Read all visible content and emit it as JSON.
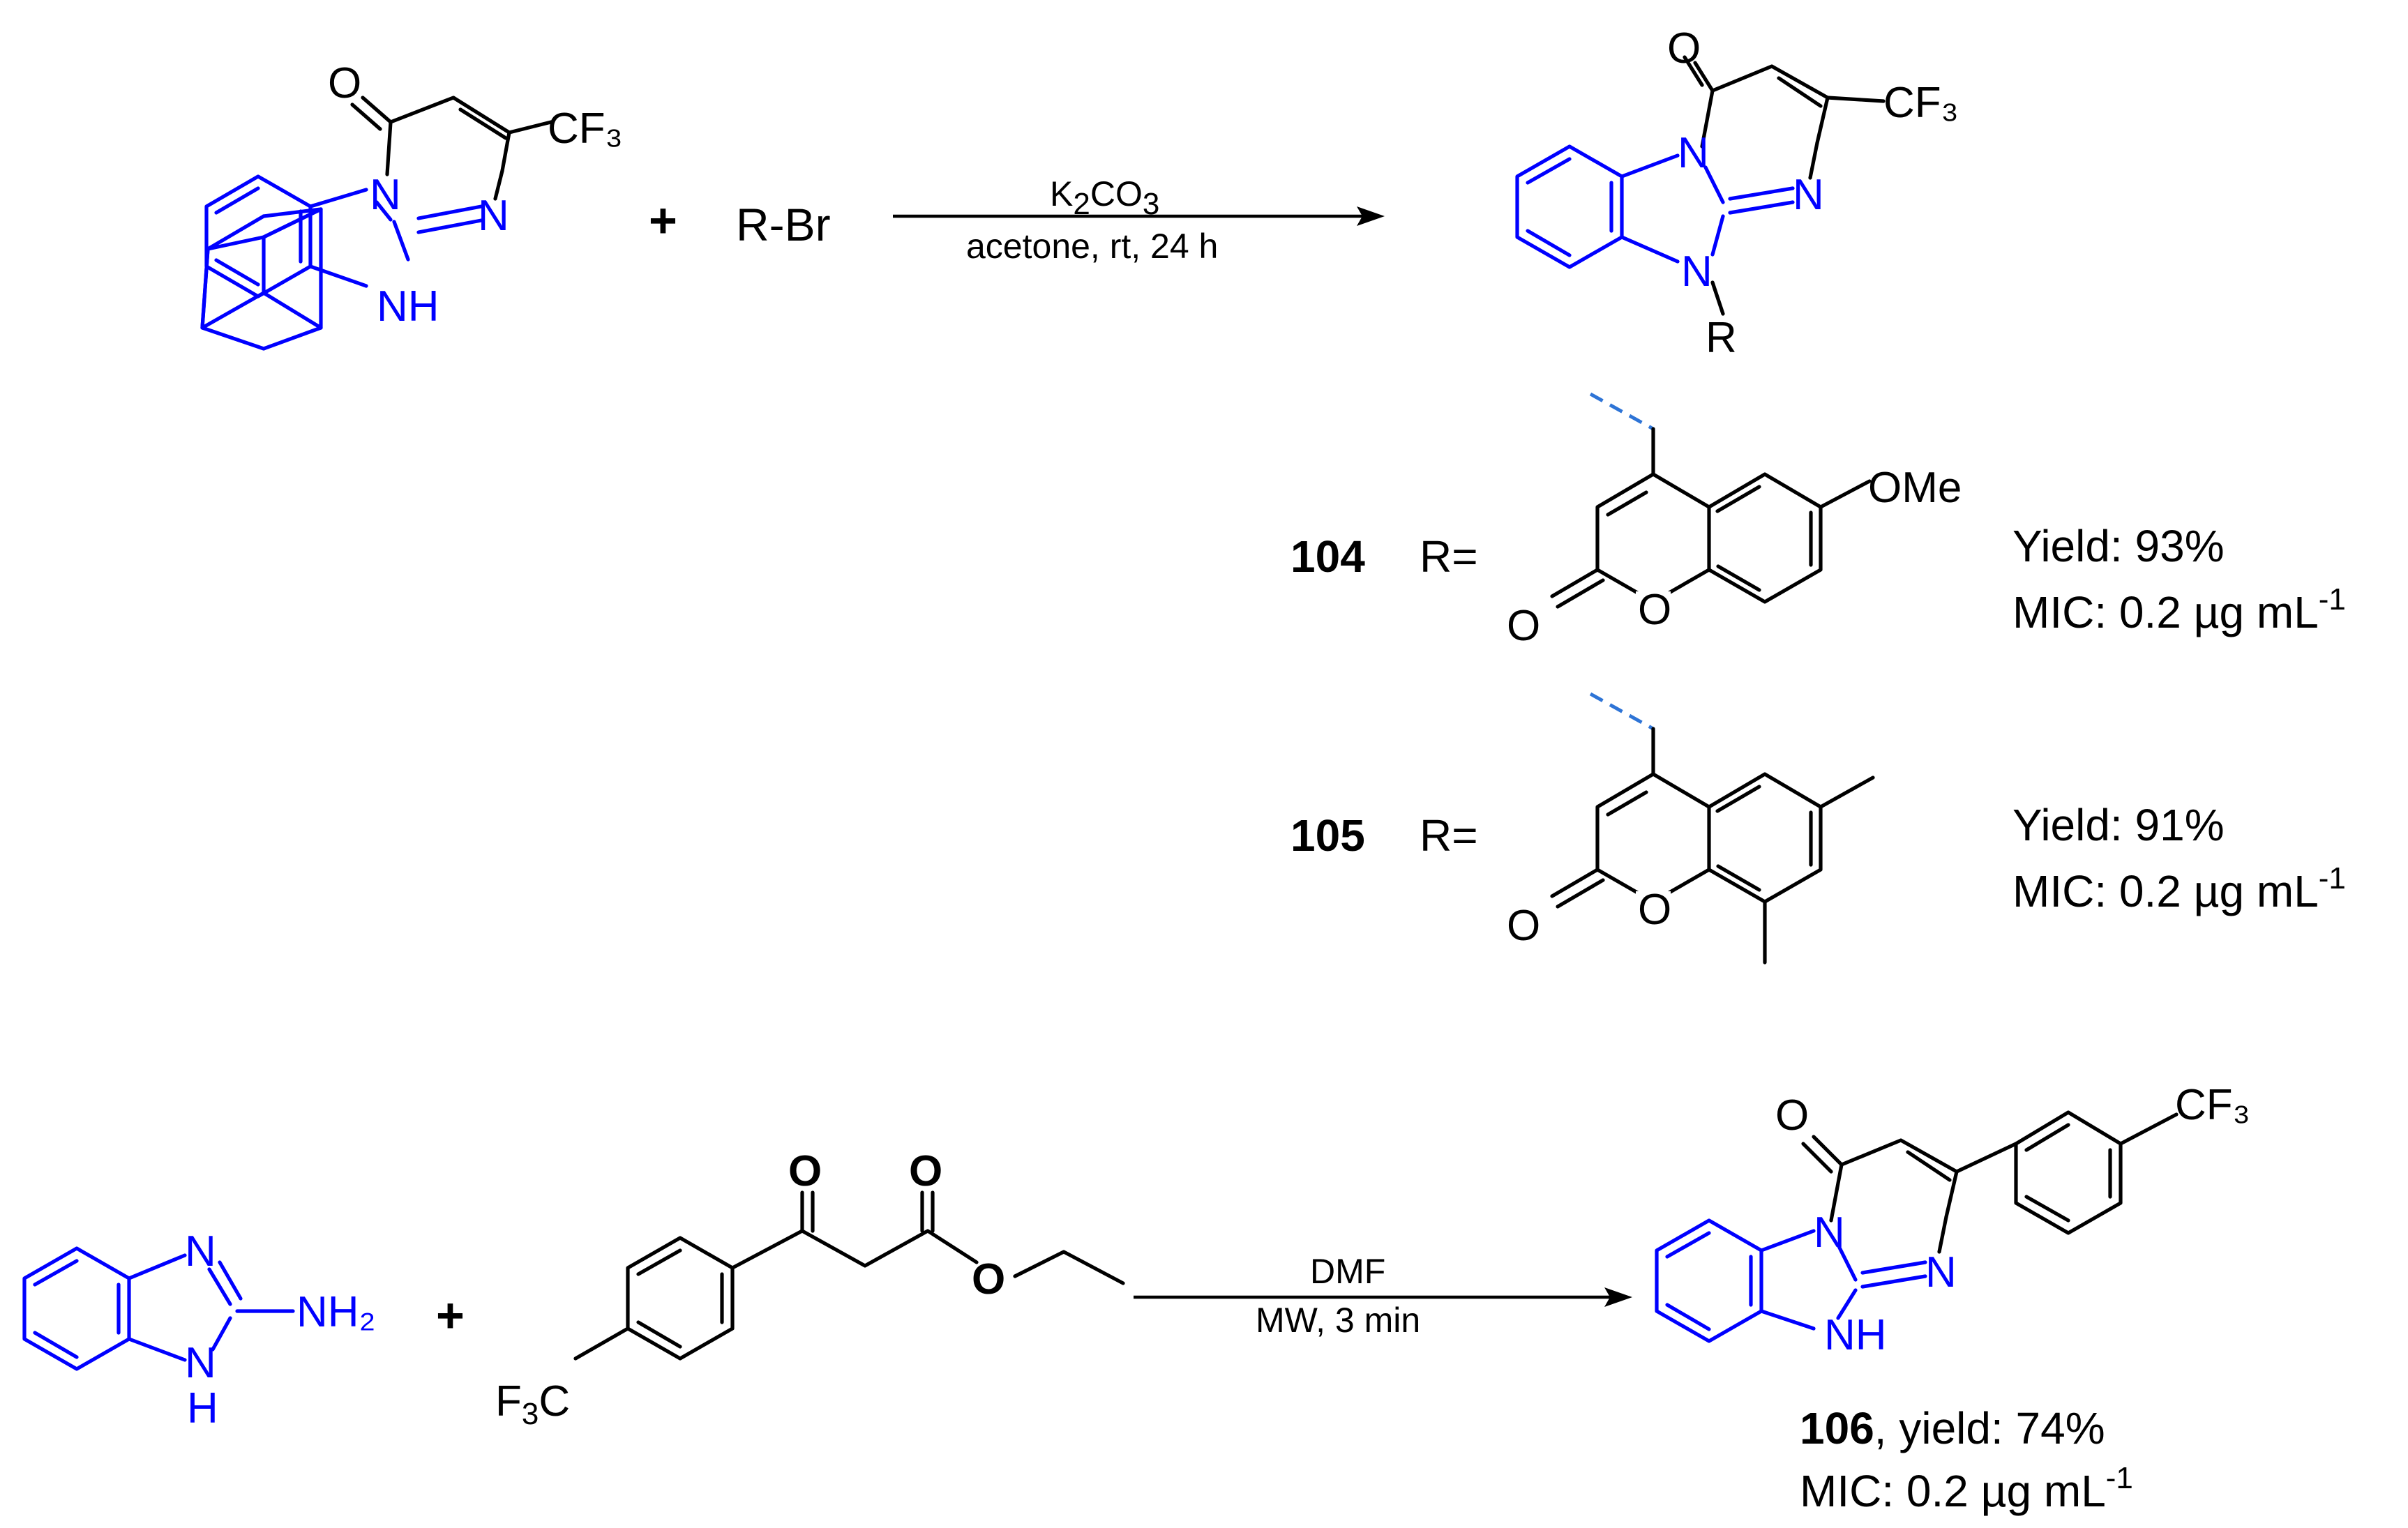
{
  "reaction1": {
    "reagent": "R-Br",
    "plus": "+",
    "reagent_label": "K2CO3",
    "condition": "acetone, rt, 24 h"
  },
  "compound_104": {
    "number": "104",
    "r_label": "R=",
    "substituent": "OMe",
    "yield": "Yield: 93%",
    "mic": "MIC:   0.2 µg mL⁻¹"
  },
  "compound_105": {
    "number": "105",
    "r_label": "R=",
    "yield": "Yield: 91%",
    "mic": "MIC:   0.2 µg mL⁻¹"
  },
  "reaction2": {
    "plus": "+",
    "condition_top": "DMF",
    "condition_bottom": "MW, 3 min"
  },
  "compound_106": {
    "number": "106",
    "yield_text": ", yield: 74%",
    "mic": "MIC:   0.2 µg mL⁻¹"
  },
  "atoms": {
    "O": "O",
    "N": "N",
    "NH": "NH",
    "R": "R",
    "CF3": "CF₃",
    "F3C": "F₃C",
    "NH2": "NH₂",
    "H": "H"
  },
  "colors": {
    "benzimidazole": "#0000ff",
    "attachment_bond": "#2e74d6",
    "default": "#000000"
  }
}
